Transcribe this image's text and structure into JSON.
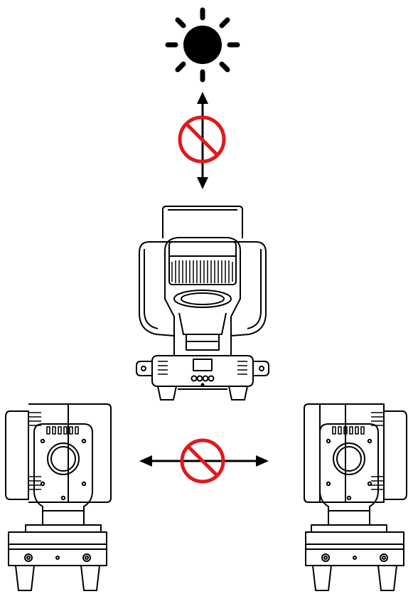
{
  "diagram": {
    "colors": {
      "ink": "#000000",
      "prohibition": "#e0191b",
      "background": "#ffffff"
    },
    "elements": {
      "sun": "sun-icon",
      "vertical_arrow": "double-arrow-vertical",
      "horizontal_arrow": "double-arrow-horizontal",
      "prohibited": "prohibited-icon",
      "fixture_front": "moving-head-front-view",
      "fixture_side_left": "moving-head-side-view-left",
      "fixture_side_right": "moving-head-side-view-right"
    }
  }
}
